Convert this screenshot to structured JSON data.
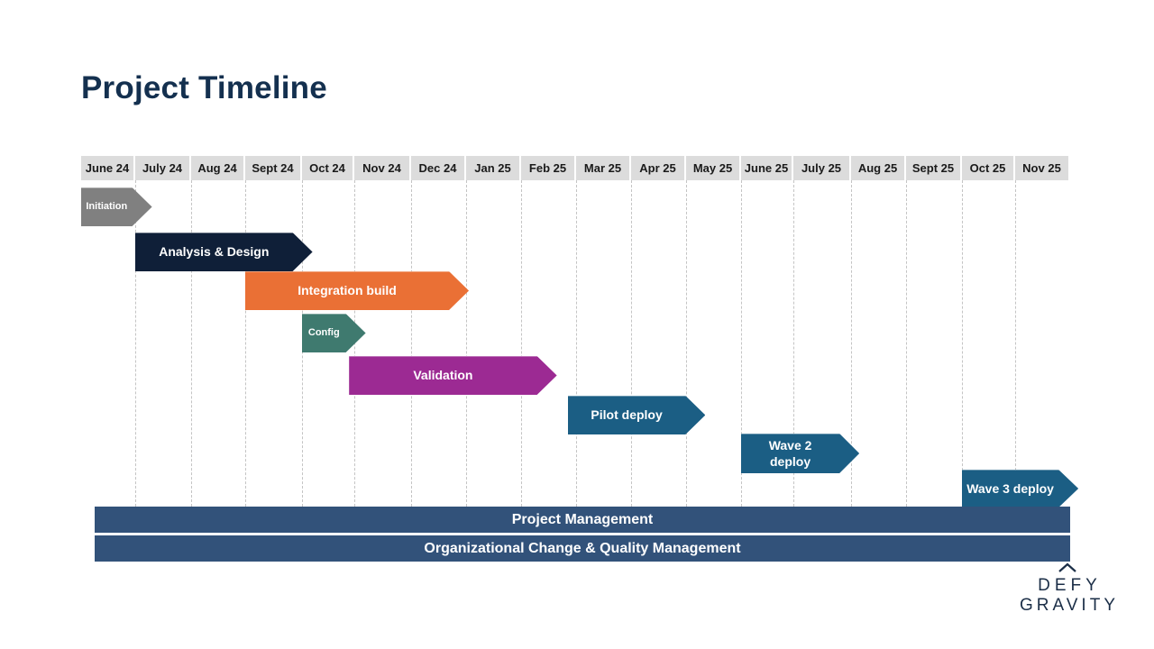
{
  "title": "Project Timeline",
  "months": [
    "June 24",
    "July 24",
    "Aug 24",
    "Sept 24",
    "Oct 24",
    "Nov 24",
    "Dec 24",
    "Jan 25",
    "Feb 25",
    "Mar 25",
    "Apr 25",
    "May 25",
    "June 25",
    "July 25",
    "Aug 25",
    "Sept 25",
    "Oct 25",
    "Nov 25"
  ],
  "tasks": [
    {
      "label": "Initiation",
      "start": 0,
      "end": 1.3,
      "color": "#808080"
    },
    {
      "label": "Analysis & Design",
      "start": 1,
      "end": 4.2,
      "color": "#0f1f38"
    },
    {
      "label": "Integration build",
      "start": 3,
      "end": 7.05,
      "color": "#ea7035"
    },
    {
      "label": "Config",
      "start": 4,
      "end": 5.2,
      "color": "#3f7a6f"
    },
    {
      "label": "Validation",
      "start": 4.9,
      "end": 8.65,
      "color": "#9c2a93"
    },
    {
      "label": "Pilot deploy",
      "start": 8.85,
      "end": 11.35,
      "color": "#1b5e84"
    },
    {
      "label": "Wave 2 deploy",
      "start": 12,
      "end": 14.15,
      "color": "#1b5e84"
    },
    {
      "label": "Wave 3 deploy",
      "start": 16,
      "end": 18.15,
      "color": "#1b5e84"
    }
  ],
  "bands": [
    "Project Management",
    "Organizational Change & Quality Management"
  ],
  "logo": {
    "line1": "DEFY",
    "line2": "GRAVITY"
  }
}
